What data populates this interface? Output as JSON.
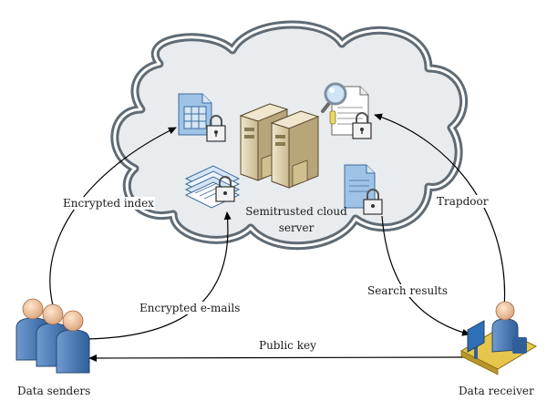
{
  "cloud": {
    "label_line1": "Semitrusted cloud",
    "label_line2": "server"
  },
  "edges": {
    "encrypted_index": "Encrypted index",
    "encrypted_emails": "Encrypted e-mails",
    "public_key": "Public key",
    "trapdoor": "Trapdoor",
    "search_results": "Search results"
  },
  "nodes": {
    "data_senders": "Data senders",
    "data_receiver": "Data receiver"
  },
  "colors": {
    "cloud_fill": "#e9ecef",
    "cloud_outline": "#5f6b75",
    "doc_blue": "#9fc3e6",
    "server": "#d8c8a0",
    "person": "#4f7fb8",
    "arrow": "#000000"
  }
}
